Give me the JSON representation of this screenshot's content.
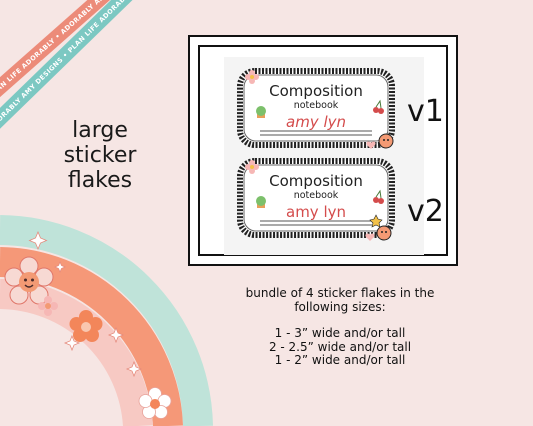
{
  "ribbon_top": {
    "text": "PLAN LIFE ADORABLY • ADORABLY AMY DESIGNS • ",
    "color": "#ec8b79"
  },
  "ribbon_bottom": {
    "text": "ADORABLY AMY DESIGNS • PLAN LIFE ADORABLY • ",
    "color": "#7cc8c2"
  },
  "side_title": [
    "large",
    "sticker",
    "flakes"
  ],
  "stickers": [
    {
      "title": "Composition",
      "subtitle": "notebook",
      "name": "amy lyn",
      "version": "v1"
    },
    {
      "title": "Composition",
      "subtitle": "notebook",
      "name": "amy lyn",
      "version": "v2"
    }
  ],
  "info": {
    "intro": [
      "bundle of 4 sticker flakes in the",
      "following sizes:"
    ],
    "sizes": [
      "1 - 3” wide and/or tall",
      "2 - 2.5” wide and/or tall",
      "1 - 2” wide and/or tall"
    ]
  },
  "colors": {
    "background": "#f6e6e4",
    "rainbow_mint": "#bfe3d9",
    "rainbow_coral": "#f59878",
    "rainbow_blush": "#f7c9c3",
    "name_red": "#d44c4c",
    "flower_orange": "#f3865a",
    "flower_pink": "#f6b7b5"
  }
}
